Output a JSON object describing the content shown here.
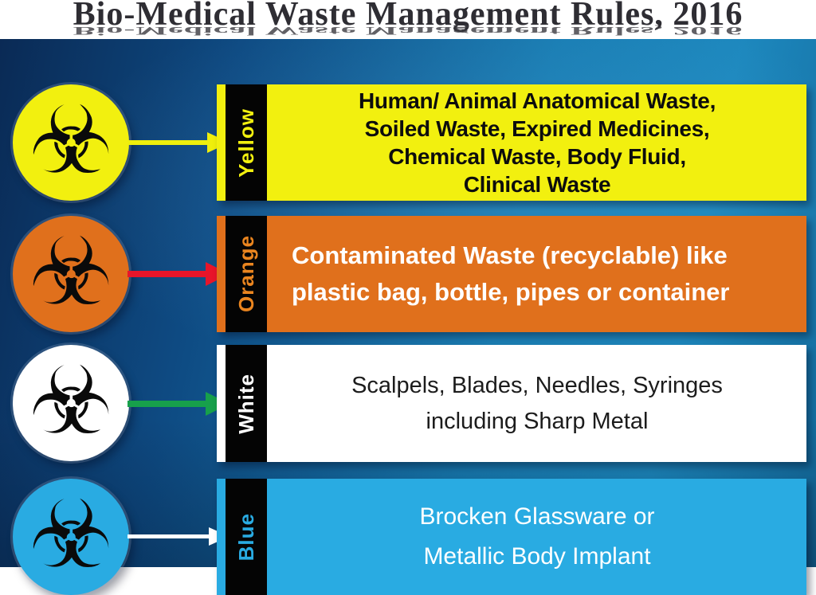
{
  "title": {
    "text": "Bio-Medical Waste Management Rules, 2016"
  },
  "icons": {
    "biohazard_glyph": "☣"
  },
  "categories": [
    {
      "label": "Yellow",
      "bin_color": "#f2f00f",
      "label_text_color": "#f2f00f",
      "arrow_color": "#efef0c",
      "description_lines": [
        "Human/ Animal Anatomical Waste,",
        "Soiled Waste, Expired Medicines,",
        "Chemical Waste, Body Fluid,",
        "Clinical Waste"
      ]
    },
    {
      "label": "Orange",
      "bin_color": "#e0701c",
      "label_text_color": "#ea851f",
      "arrow_color": "#e8152a",
      "description_lines": [
        "Contaminated Waste (recyclable) like",
        "plastic bag, bottle, pipes or container"
      ]
    },
    {
      "label": "White",
      "bin_color": "#ffffff",
      "label_text_color": "#ffffff",
      "arrow_color": "#17a04b",
      "description_lines": [
        "Scalpels, Blades, Needles, Syringes",
        "including Sharp Metal"
      ]
    },
    {
      "label": "Blue",
      "bin_color": "#29abe2",
      "label_text_color": "#29abe2",
      "arrow_color": "#ffffff",
      "description_lines": [
        "Brocken Glassware or",
        "Metallic Body Implant"
      ]
    }
  ]
}
